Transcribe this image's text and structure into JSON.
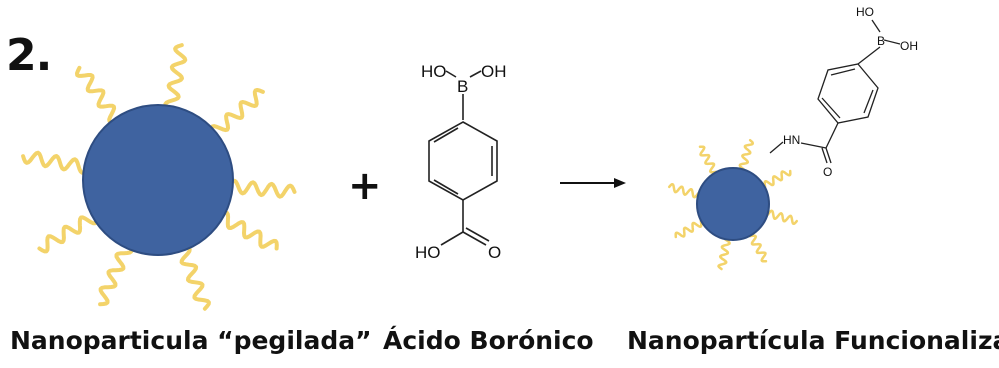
{
  "step_number": "2.",
  "operator": "+",
  "captions": {
    "reactant_1": "Nanoparticula “pegilada”",
    "reactant_2": "Ácido Borónico",
    "product": "Nanopartícula Funcionalizada"
  },
  "boronic_acid_labels": {
    "oh_left": "HO",
    "boron": "B",
    "oh_right": "OH",
    "acid_oh": "HO",
    "acid_o": "O"
  },
  "product_labels": {
    "oh_top": "HO",
    "boron": "B",
    "oh_right": "OH",
    "amide_n": "HN",
    "amide_o": "O"
  },
  "colors": {
    "nanoparticle": "#3f63a0",
    "nanoparticle_edge": "#2e4d82",
    "peg_chain": "#f3d36a",
    "bonds": "#222222"
  }
}
